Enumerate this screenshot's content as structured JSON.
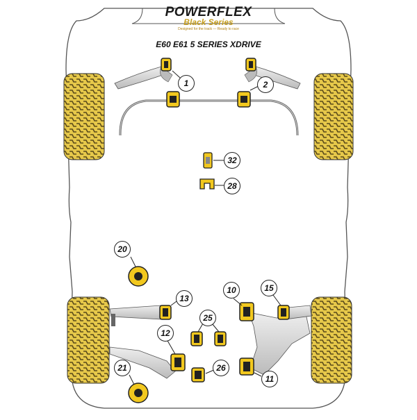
{
  "brand": {
    "name": "POWERFLEX",
    "series": "Black Series",
    "tagline": "Designed for the track — Ready to race"
  },
  "model": "E60 E61 5 SERIES XDRIVE",
  "callouts": [
    {
      "id": "c1",
      "label": "1"
    },
    {
      "id": "c2",
      "label": "2"
    },
    {
      "id": "c32",
      "label": "32"
    },
    {
      "id": "c28",
      "label": "28"
    },
    {
      "id": "c20",
      "label": "20"
    },
    {
      "id": "c10",
      "label": "10"
    },
    {
      "id": "c15",
      "label": "15"
    },
    {
      "id": "c13",
      "label": "13"
    },
    {
      "id": "c25",
      "label": "25"
    },
    {
      "id": "c12",
      "label": "12"
    },
    {
      "id": "c26",
      "label": "26"
    },
    {
      "id": "c21",
      "label": "21"
    },
    {
      "id": "c11",
      "label": "11"
    }
  ],
  "colors": {
    "bushing": "#f2c81e",
    "bushing_dark": "#222222",
    "tyre": "#e6c84a",
    "tyre_tread": "#7a6a2a",
    "body_outline": "#444444",
    "arm": "#cccccc"
  }
}
